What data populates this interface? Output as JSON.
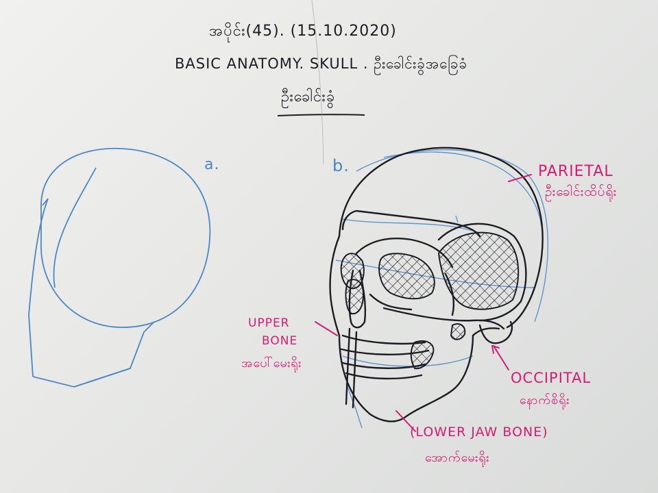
{
  "header": {
    "lesson": "အပိုင်း(45). (15.10.2020)",
    "subject": "BASIC ANATOMY. SKULL . ဦးခေါင်းခွံအခြေခံ",
    "topic": "ဦးခေါင်းခွံ"
  },
  "figure_labels": {
    "a": "a.",
    "b": "b."
  },
  "annotations": {
    "parietal": {
      "en": "PARIETAL",
      "my": "ဦးခေါင်းထိပ်ရိုး"
    },
    "upper_bone": {
      "en1": "UPPER",
      "en2": "BONE",
      "my": "အပေါ်မေးရိုး"
    },
    "occipital": {
      "en": "OCCIPITAL",
      "my": "နောက်စိရိုး"
    },
    "lower_jaw": {
      "en": "(LOWER JAW BONE)",
      "my": "အောက်မေးရိုး"
    }
  },
  "colors": {
    "ink_black": "#1c1c22",
    "ink_pink": "#d81b72",
    "ink_blue": "#4a86c8",
    "paper": "#e9eae8"
  }
}
